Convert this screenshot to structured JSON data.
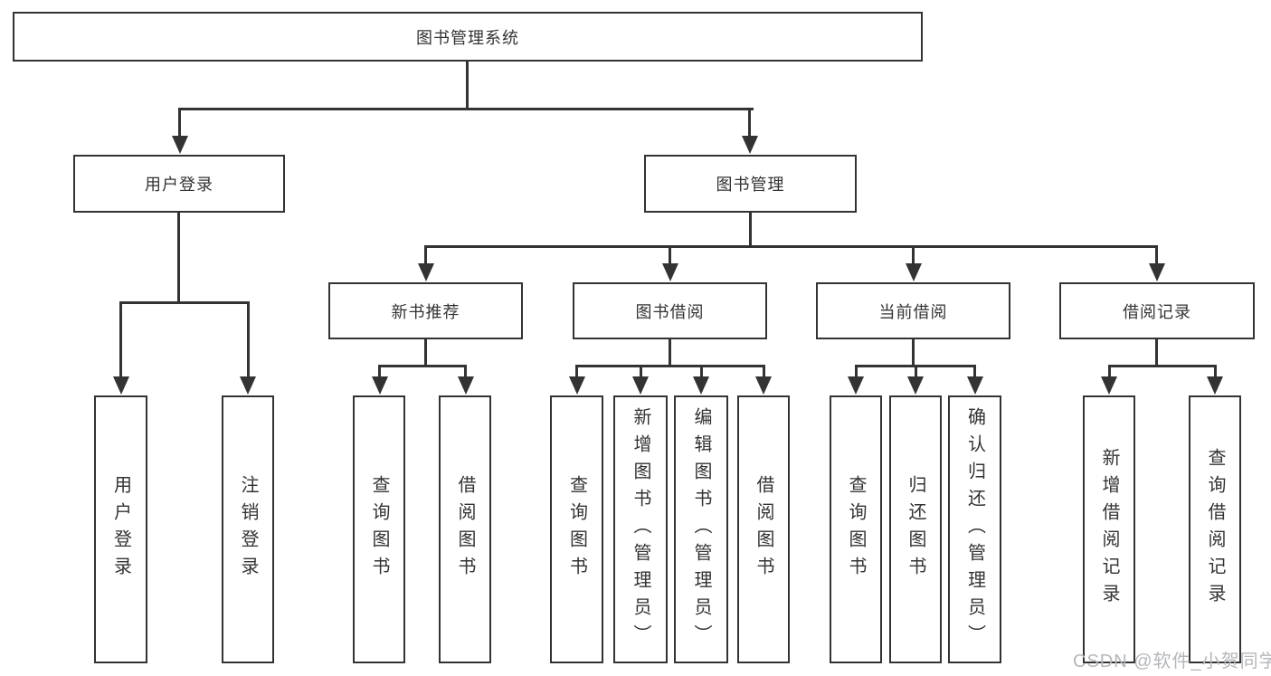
{
  "tree": {
    "label": "图书管理系统",
    "children": [
      {
        "label": "用户登录",
        "children": [
          {
            "label": "用户登录"
          },
          {
            "label": "注销登录"
          }
        ]
      },
      {
        "label": "图书管理",
        "children": [
          {
            "label": "新书推荐",
            "children": [
              {
                "label": "查询图书"
              },
              {
                "label": "借阅图书"
              }
            ]
          },
          {
            "label": "图书借阅",
            "children": [
              {
                "label": "查询图书"
              },
              {
                "label": "新增图书（管理员）"
              },
              {
                "label": "编辑图书（管理员）"
              },
              {
                "label": "借阅图书"
              }
            ]
          },
          {
            "label": "当前借阅",
            "children": [
              {
                "label": "查询图书"
              },
              {
                "label": "归还图书"
              },
              {
                "label": "确认归还（管理员）"
              }
            ]
          },
          {
            "label": "借阅记录",
            "children": [
              {
                "label": "新增借阅记录"
              },
              {
                "label": "查询借阅记录"
              }
            ]
          }
        ]
      }
    ]
  },
  "watermark": {
    "text": "CSDN @软件_小贺同学"
  },
  "colors": {
    "line": "#333333",
    "text": "#333333",
    "box-bg": "#ffffff",
    "page-bg": "#ffffff",
    "watermark": "#b4b7ba"
  }
}
